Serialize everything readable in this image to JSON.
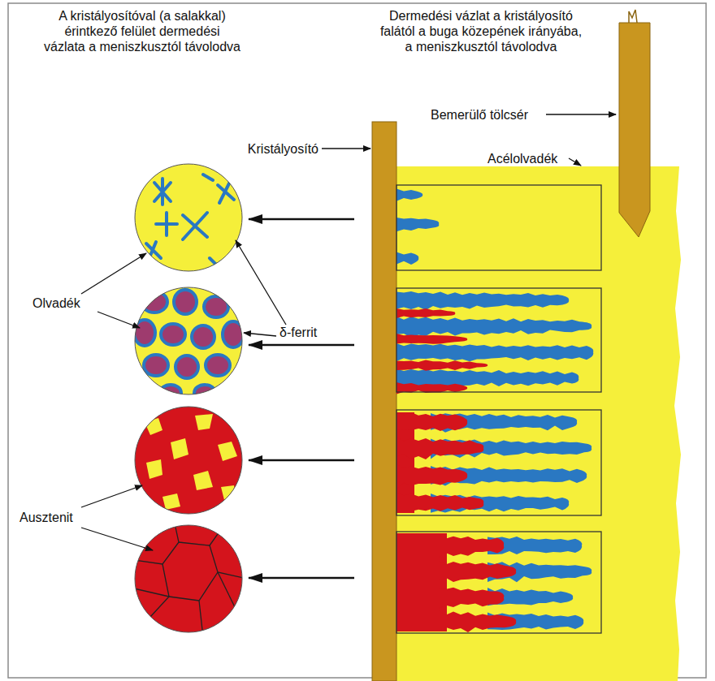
{
  "diagram": {
    "labels": [
      "A kristályosítóval (a salakkal) érintkező felület dermedési vázlata a meniszkusztól távolodva",
      "Dermedési vázlat a kristályosító falától a buga közepének irányába, a meniszkusztól távolodva",
      "Bemerülő tölcsér",
      "Kristályosító",
      "Acélolvadék",
      "Olvadék",
      "δ-ferrit",
      "Ausztenit"
    ]
  }
}
